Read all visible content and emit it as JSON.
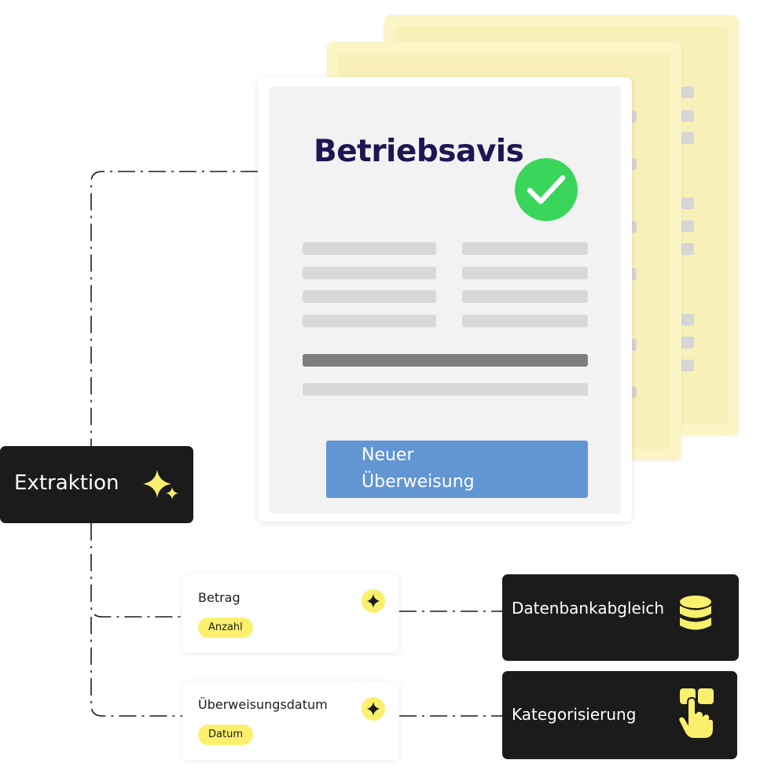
{
  "document": {
    "title": "Betriebsavis",
    "button_label_line1": "Neuer",
    "button_label_line2": "Überweisung"
  },
  "extraction": {
    "label": "Extraktion"
  },
  "fields": [
    {
      "label": "Betrag",
      "tag": "Anzahl"
    },
    {
      "label": "Überweisungsdatum",
      "tag": "Datum"
    }
  ],
  "targets": [
    {
      "label": "Datenbankabgleich",
      "icon": "database-icon"
    },
    {
      "label": "Kategorisierung",
      "icon": "hand-pointer-icon"
    }
  ],
  "colors": {
    "accent_yellow": "#fbf06d",
    "check_green": "#3ad65c",
    "button_blue": "#6296d2",
    "title_navy": "#1f1553",
    "dark_box": "#1b1b1b"
  }
}
